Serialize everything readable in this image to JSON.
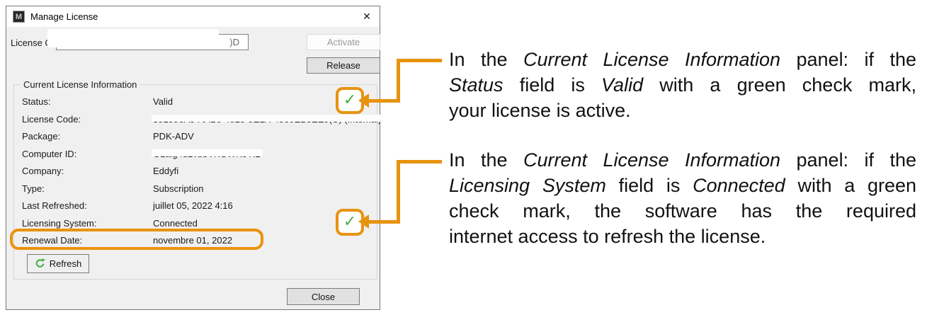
{
  "window": {
    "title": "Manage License",
    "app_icon_letter": "M",
    "close_glyph": "✕"
  },
  "activation": {
    "license_code_label": "License Co",
    "license_code_visible_value": ")D",
    "activate_label": "Activate",
    "release_label": "Release"
  },
  "license_info": {
    "panel_title": "Current License Information",
    "fields": [
      {
        "label": "Status:",
        "value": "Valid",
        "check": true
      },
      {
        "label": "License Code:",
        "value": "351556A5-AAB0-4828-8E1A-4560EB5EE9(U) (Internal)",
        "redacted": true
      },
      {
        "label": "Package:",
        "value": "PDK-ADV"
      },
      {
        "label": "Computer ID:",
        "value": "G1alg4u2vbbVKGWKoTI2",
        "redacted": true
      },
      {
        "label": "Company:",
        "value": "Eddyfi"
      },
      {
        "label": "Type:",
        "value": "Subscription"
      },
      {
        "label": "Last Refreshed:",
        "value": "juillet 05, 2022 4:16"
      },
      {
        "label": "Licensing System:",
        "value": "Connected",
        "check": true
      },
      {
        "label": "Renewal Date:",
        "value": "novembre 01, 2022",
        "highlighted": true
      }
    ],
    "refresh_label": "Refresh"
  },
  "footer": {
    "close_label": "Close"
  },
  "annotations": {
    "accent_color": "#e8930e",
    "check_color": "#4aae45",
    "notes": [
      {
        "lines": [
          [
            {
              "text": "In the ",
              "italic": false
            },
            {
              "text": "Current License Information",
              "italic": true
            },
            {
              "text": " panel: if the",
              "italic": false
            }
          ],
          [
            {
              "text": "Status",
              "italic": true
            },
            {
              "text": " field is ",
              "italic": false
            },
            {
              "text": "Valid",
              "italic": true
            },
            {
              "text": " with a green check mark,",
              "italic": false
            }
          ],
          [
            {
              "text": "your license is active.",
              "italic": false
            }
          ]
        ]
      },
      {
        "lines": [
          [
            {
              "text": "In the ",
              "italic": false
            },
            {
              "text": "Current License Information",
              "italic": true
            },
            {
              "text": " panel: if the",
              "italic": false
            }
          ],
          [
            {
              "text": "Licensing System",
              "italic": true
            },
            {
              "text": " field is ",
              "italic": false
            },
            {
              "text": "Connected",
              "italic": true
            },
            {
              "text": " with a green",
              "italic": false
            }
          ],
          [
            {
              "text": "check mark, the software has the required",
              "italic": false
            }
          ],
          [
            {
              "text": "internet access to refresh the license.",
              "italic": false
            }
          ]
        ]
      }
    ]
  }
}
